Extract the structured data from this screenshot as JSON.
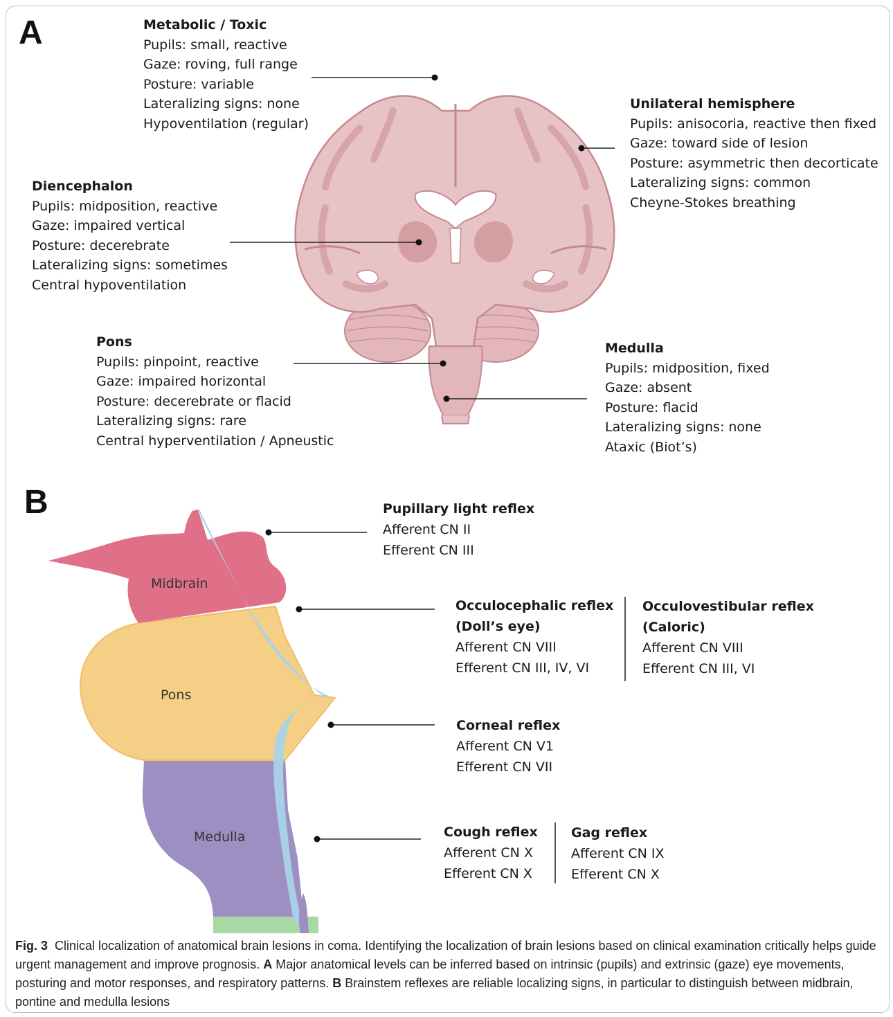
{
  "panels": {
    "a": "A",
    "b": "B"
  },
  "panel_a": {
    "metabolic": {
      "title": "Metabolic / Toxic",
      "lines": [
        "Pupils: small, reactive",
        "Gaze: roving, full range",
        "Posture: variable",
        "Lateralizing signs: none",
        "Hypoventilation (regular)"
      ]
    },
    "unilateral": {
      "title": "Unilateral hemisphere",
      "lines": [
        "Pupils: anisocoria, reactive then fixed",
        "Gaze: toward side of lesion",
        "Posture: asymmetric then decorticate",
        "Lateralizing signs: common",
        "Cheyne-Stokes breathing"
      ]
    },
    "diencephalon": {
      "title": "Diencephalon",
      "lines": [
        "Pupils: midposition, reactive",
        "Gaze: impaired vertical",
        "Posture: decerebrate",
        "Lateralizing signs: sometimes",
        "Central hypoventilation"
      ]
    },
    "pons": {
      "title": "Pons",
      "lines": [
        "Pupils: pinpoint, reactive",
        "Gaze: impaired horizontal",
        "Posture: decerebrate or flacid",
        "Lateralizing signs: rare",
        "Central hyperventilation / Apneustic"
      ]
    },
    "medulla": {
      "title": "Medulla",
      "lines": [
        "Pupils: midposition, fixed",
        "Gaze: absent",
        "Posture: flacid",
        "Lateralizing signs: none",
        "Ataxic (Biot’s)"
      ]
    }
  },
  "panel_b": {
    "regions": {
      "midbrain": "Midbrain",
      "pons": "Pons",
      "medulla": "Medulla"
    },
    "pupillary": {
      "title": "Pupillary light reflex",
      "lines": [
        "Afferent CN II",
        "Efferent CN III"
      ]
    },
    "occulocephalic": {
      "title1": "Occulocephalic reflex",
      "title2": "(Doll’s eye)",
      "lines": [
        "Afferent CN VIII",
        "Efferent CN III, IV, VI"
      ]
    },
    "occulovestibular": {
      "title1": "Occulovestibular reflex",
      "title2": "(Caloric)",
      "lines": [
        "Afferent CN VIII",
        "Efferent CN III, VI"
      ]
    },
    "corneal": {
      "title": "Corneal reflex",
      "lines": [
        "Afferent CN V1",
        "Efferent CN VII"
      ]
    },
    "cough": {
      "title": "Cough reflex",
      "lines": [
        "Afferent CN X",
        "Efferent CN X"
      ]
    },
    "gag": {
      "title": "Gag reflex",
      "lines": [
        "Afferent CN IX",
        "Efferent CN X"
      ]
    }
  },
  "caption": {
    "fig": "Fig. 3",
    "text1": "Clinical localization of anatomical brain lesions in coma. Identifying the localization of brain lesions based on clinical examination critically helps guide urgent management and improve prognosis.",
    "a": "A",
    "text2": "Major anatomical levels can be inferred based on intrinsic (pupils) and extrinsic (gaze) eye movements, posturing and motor responses, and respiratory patterns.",
    "b": "B",
    "text3": "Brainstem reflexes are reliable localizing signs, in particular to distinguish between midbrain, pontine and medulla lesions"
  },
  "colors": {
    "brain_fill": "#e8c3c6",
    "brain_dark": "#d49ea3",
    "brain_outline": "#c58a90",
    "midbrain": "#e07088",
    "pons": "#f6cf86",
    "medulla": "#9d8fc2",
    "fourth_ventricle": "#a9d3e8",
    "spinal": "#a8d8a4"
  }
}
